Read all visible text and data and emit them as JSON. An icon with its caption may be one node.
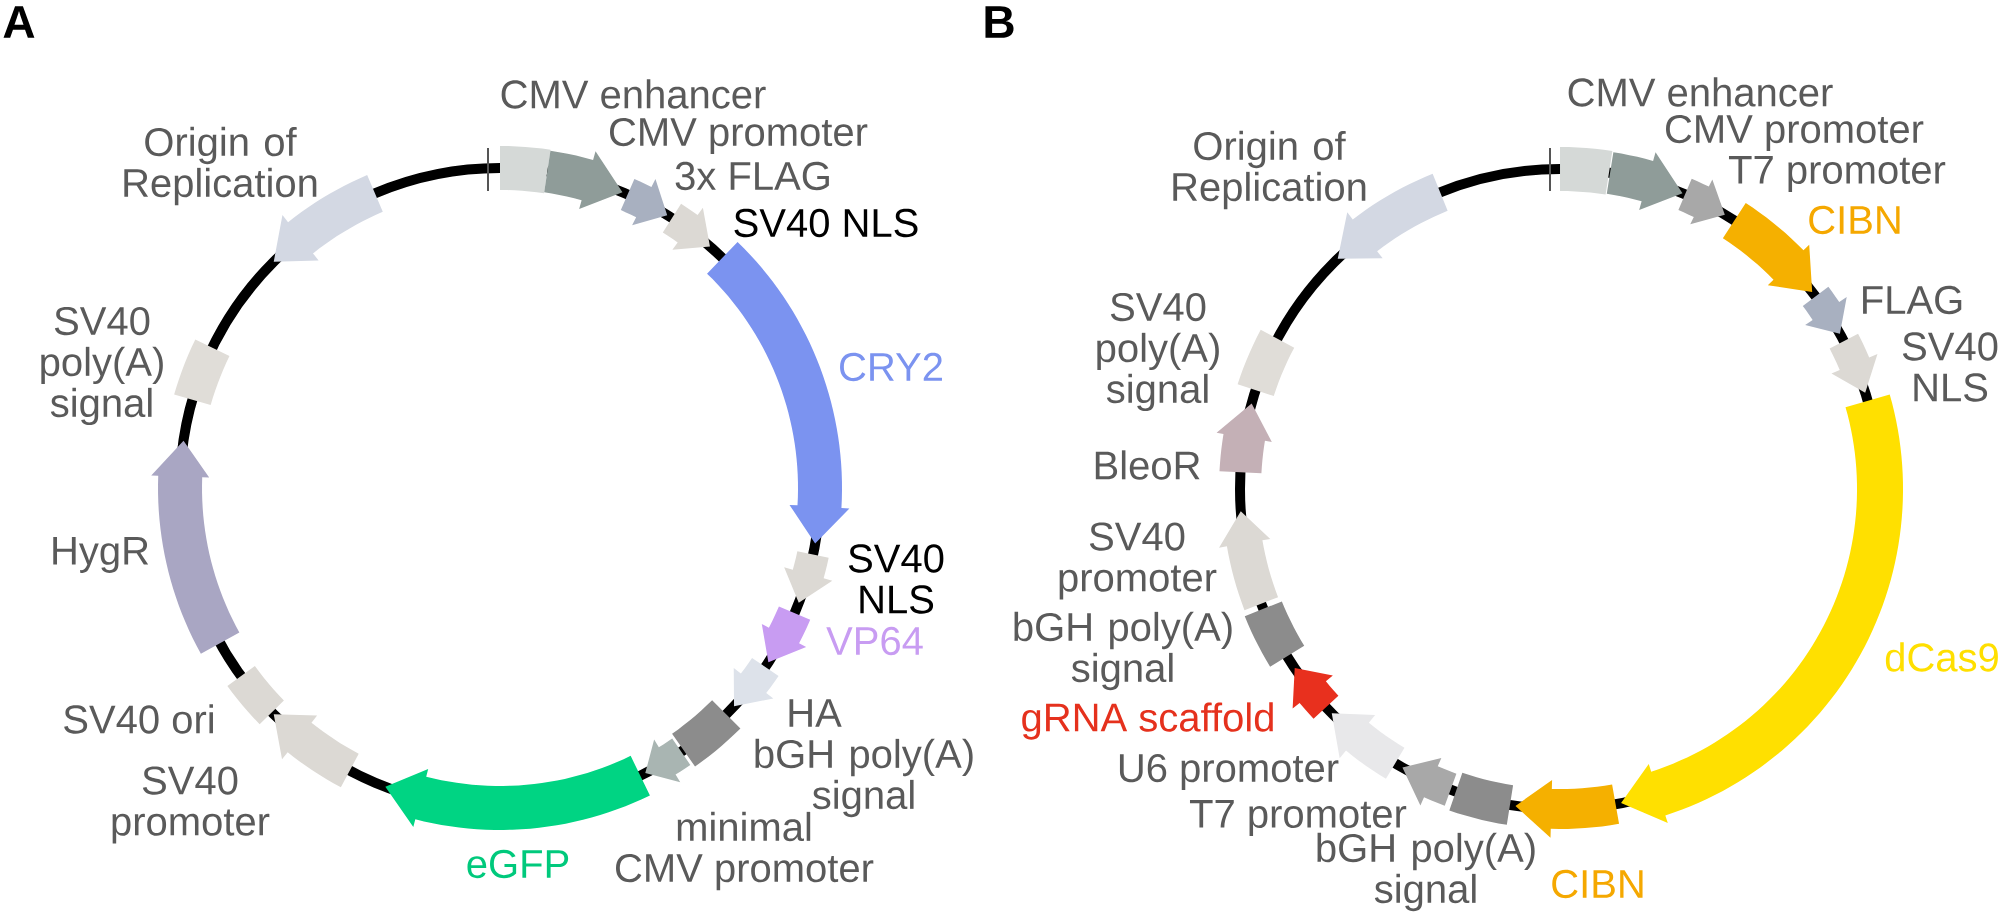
{
  "diagram": {
    "nodes": [
      {
        "text": [
          "CMV enhancer"
        ]
      },
      {
        "text": [
          "CMV promoter"
        ]
      },
      {
        "text": [
          "3x FLAG"
        ]
      },
      {
        "text": [
          "SV40 NLS"
        ]
      },
      {
        "text": [
          "CRY2"
        ]
      },
      {
        "text": [
          "SV40 NLS"
        ]
      },
      {
        "text": [
          "VP64"
        ]
      },
      {
        "text": [
          "HA"
        ]
      },
      {
        "text": [
          "bGH poly(A) signal"
        ]
      },
      {
        "text": [
          "minimal CMV promoter"
        ]
      },
      {
        "text": [
          "eGFP"
        ]
      },
      {
        "text": [
          "SV40 promoter"
        ]
      },
      {
        "text": [
          "SV40 ori"
        ]
      },
      {
        "text": [
          "HygR"
        ]
      },
      {
        "text": [
          "SV40 poly(A) signal"
        ]
      },
      {
        "text": [
          "Origin of Replication"
        ]
      },
      {
        "text": [
          "CMV enhancer"
        ]
      },
      {
        "text": [
          "CMV promoter"
        ]
      },
      {
        "text": [
          "T7 promoter"
        ]
      },
      {
        "text": [
          "CIBN"
        ]
      },
      {
        "text": [
          "FLAG"
        ]
      },
      {
        "text": [
          "SV40 NLS"
        ]
      },
      {
        "text": [
          "dCas9"
        ]
      },
      {
        "text": [
          "CIBN"
        ]
      },
      {
        "text": [
          "bGH poly(A) signal"
        ]
      },
      {
        "text": [
          "T7 promoter"
        ]
      },
      {
        "text": [
          "U6 promoter"
        ]
      },
      {
        "text": [
          "gRNA scaffold"
        ]
      },
      {
        "text": [
          "bGH poly(A) signal"
        ]
      },
      {
        "text": [
          "SV40 promoter"
        ]
      },
      {
        "text": [
          "BleoR"
        ]
      },
      {
        "text": [
          "SV40 poly(A) signal"
        ]
      },
      {
        "text": [
          "Origin of Replication"
        ]
      }
    ],
    "labels": [
      "A",
      "B"
    ]
  }
}
